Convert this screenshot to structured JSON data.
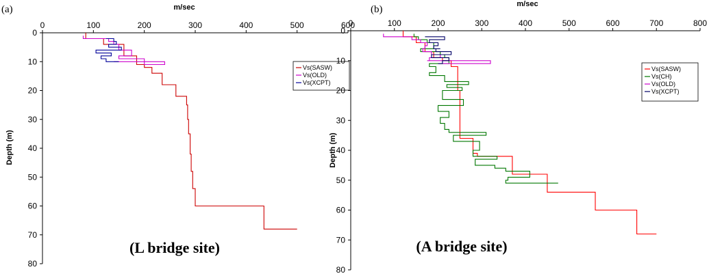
{
  "chart_data": [
    {
      "type": "line",
      "panel_label": "(a)",
      "site_label": "(L bridge site)",
      "xlabel": "m/sec",
      "ylabel": "Depth (m)",
      "xlim": [
        0,
        600
      ],
      "ylim": [
        0,
        80
      ],
      "y_inverted": true,
      "x_ticks": [
        0,
        100,
        200,
        300,
        400,
        500,
        600
      ],
      "x_tick_labels": [
        "0",
        "100",
        "200",
        "300",
        "400",
        "500",
        "600"
      ],
      "y_ticks": [
        0,
        10,
        20,
        30,
        40,
        50,
        60,
        70,
        80
      ],
      "y_tick_labels": [
        "0",
        "10",
        "20",
        "30",
        "40",
        "50",
        "60",
        "70",
        "80"
      ],
      "legend_position": "right",
      "series": [
        {
          "name": "Vs(SASW)",
          "color": "#cc0000",
          "x": [
            85,
            85,
            120,
            120,
            160,
            160,
            185,
            185,
            200,
            200,
            215,
            215,
            235,
            235,
            262,
            262,
            283,
            283,
            285,
            285,
            287,
            287,
            290,
            290,
            292,
            292,
            295,
            295,
            300,
            300,
            312,
            312,
            435,
            435,
            500
          ],
          "y": [
            0,
            2,
            2,
            4,
            4,
            8,
            8,
            11,
            11,
            12,
            12,
            14,
            14,
            18,
            18,
            22,
            22,
            25,
            25,
            30,
            30,
            35,
            35,
            42,
            42,
            48,
            48,
            54,
            54,
            60,
            60,
            60,
            60,
            68,
            68
          ]
        },
        {
          "name": "Vs(OLD)",
          "color": "#cc00cc",
          "x": [
            80,
            80,
            130,
            130,
            140,
            140,
            150,
            150,
            175,
            175,
            150,
            150,
            200,
            200,
            240,
            240,
            170,
            170,
            140
          ],
          "y": [
            1,
            2,
            2,
            3,
            3,
            4,
            4,
            6,
            6,
            8,
            8,
            9,
            9,
            11,
            11,
            10,
            10,
            10,
            10
          ]
        },
        {
          "name": "Vs(XCPT)",
          "color": "#000099",
          "x": [
            125,
            125,
            140,
            140,
            145,
            145,
            130,
            130,
            155,
            155,
            120,
            120,
            105,
            105,
            135,
            135,
            115,
            115,
            125,
            125,
            150
          ],
          "y": [
            2,
            2,
            2,
            3,
            3,
            4,
            4,
            5,
            5,
            6,
            6,
            6,
            6,
            7,
            7,
            8,
            8,
            9,
            9,
            10,
            10
          ]
        }
      ]
    },
    {
      "type": "line",
      "panel_label": "(b)",
      "site_label": "(A bridge site)",
      "xlabel": "m/sec",
      "ylabel": "Depth (m)",
      "xlim": [
        0,
        800
      ],
      "ylim": [
        0,
        80
      ],
      "y_inverted": true,
      "x_ticks": [
        0,
        100,
        200,
        300,
        400,
        500,
        600,
        700,
        800
      ],
      "x_tick_labels": [
        "0",
        "100",
        "200",
        "300",
        "400",
        "500",
        "600",
        "700",
        "800"
      ],
      "y_ticks": [
        0,
        10,
        20,
        30,
        40,
        50,
        60,
        70,
        80
      ],
      "y_tick_labels": [
        "0",
        "10",
        "20",
        "30",
        "40",
        "50",
        "60",
        "70",
        "80"
      ],
      "legend_position": "right",
      "series": [
        {
          "name": "Vs(SASW)",
          "color": "#ff0000",
          "x": [
            120,
            120,
            150,
            150,
            170,
            170,
            190,
            190,
            210,
            210,
            230,
            230,
            245,
            245,
            250,
            250,
            280,
            280,
            290,
            290,
            370,
            370,
            450,
            450,
            560,
            560,
            655,
            655,
            700
          ],
          "y": [
            0,
            2,
            2,
            4,
            4,
            7,
            7,
            9,
            9,
            10,
            10,
            12,
            12,
            20,
            20,
            36,
            36,
            41,
            41,
            42,
            42,
            48,
            48,
            54,
            54,
            60,
            60,
            68,
            68
          ]
        },
        {
          "name": "Vs(CH)",
          "color": "#007700",
          "x": [
            145,
            145,
            155,
            155,
            175,
            175,
            190,
            190,
            160,
            160,
            205,
            205,
            215,
            215,
            225,
            225,
            180,
            180,
            195,
            195,
            180,
            180,
            215,
            215,
            270,
            270,
            220,
            220,
            255,
            255,
            210,
            210,
            258,
            258,
            200,
            200,
            225,
            225,
            205,
            205,
            215,
            215,
            225,
            225,
            310,
            310,
            235,
            235,
            295,
            295,
            280,
            280,
            335,
            335,
            285,
            285,
            330,
            330,
            355,
            355,
            410,
            410,
            360,
            360,
            355,
            355,
            475
          ],
          "y": [
            1,
            2,
            2,
            3,
            3,
            4,
            4,
            6,
            6,
            7,
            7,
            8,
            8,
            9,
            9,
            11,
            11,
            12,
            12,
            14,
            14,
            15,
            15,
            17,
            17,
            18,
            18,
            19,
            19,
            20,
            20,
            23,
            23,
            25,
            25,
            27,
            27,
            29,
            29,
            31,
            31,
            33,
            33,
            34,
            34,
            35,
            35,
            37,
            37,
            40,
            40,
            42,
            42,
            43,
            43,
            45,
            45,
            46,
            46,
            47,
            47,
            49,
            49,
            50,
            50,
            51,
            51
          ]
        },
        {
          "name": "Vs(OLD)",
          "color": "#cc00cc",
          "x": [
            75,
            75,
            140,
            140,
            160,
            160,
            175,
            175,
            170,
            170,
            165,
            165,
            185,
            185,
            205,
            205,
            180,
            180,
            175,
            175,
            320,
            320,
            200
          ],
          "y": [
            1,
            2,
            2,
            3,
            3,
            4,
            4,
            5,
            5,
            6,
            6,
            7,
            7,
            8,
            8,
            9,
            9,
            10,
            10,
            10,
            10,
            11,
            11
          ]
        },
        {
          "name": "Vs(XCPT)",
          "color": "#000066",
          "x": [
            170,
            170,
            215,
            215,
            180,
            180,
            200,
            200,
            190,
            190,
            205,
            205,
            195,
            195,
            230,
            230,
            185,
            185,
            225,
            225,
            210,
            210,
            200
          ],
          "y": [
            2,
            2,
            2,
            3,
            3,
            4,
            4,
            5,
            5,
            6,
            6,
            6,
            6,
            7,
            7,
            8,
            8,
            9,
            9,
            10,
            10,
            11,
            11
          ]
        }
      ]
    }
  ]
}
